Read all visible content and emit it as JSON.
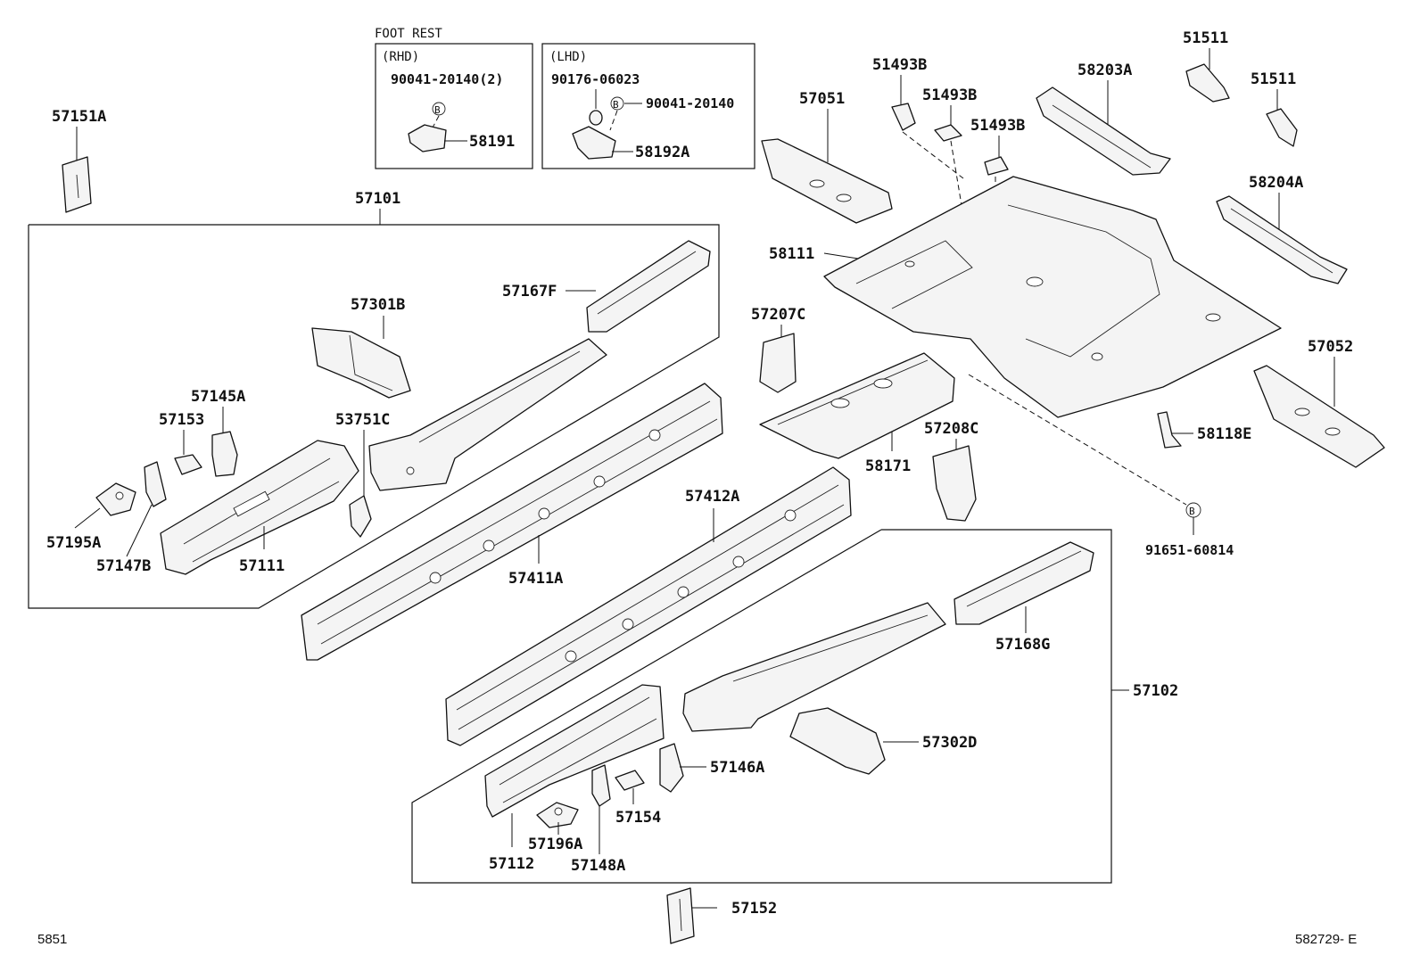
{
  "foot_rest": {
    "title": "FOOT REST",
    "rhd": {
      "tag": "(RHD)",
      "bolt": "90041-20140(2)",
      "part": "58191",
      "marker": "B"
    },
    "lhd": {
      "tag": "(LHD)",
      "clip": "90176-06023",
      "bolt": "90041-20140",
      "part": "58192A",
      "marker": "B"
    }
  },
  "labels": {
    "p57151A": "57151A",
    "p57101": "57101",
    "p57167F": "57167F",
    "p57301B": "57301B",
    "p57145A": "57145A",
    "p57153": "57153",
    "p53751C": "53751C",
    "p57195A": "57195A",
    "p57147B": "57147B",
    "p57111": "57111",
    "p57411A": "57411A",
    "p57412A": "57412A",
    "p57051": "57051",
    "p51493B_1": "51493B",
    "p51493B_2": "51493B",
    "p51493B_3": "51493B",
    "p58203A": "58203A",
    "p51511_1": "51511",
    "p51511_2": "51511",
    "p58204A": "58204A",
    "p58111": "58111",
    "p57207C": "57207C",
    "p57052": "57052",
    "p58118E": "58118E",
    "p57208C": "57208C",
    "p58171": "58171",
    "p91651": "91651-60814",
    "marker_b": "B",
    "p57168G": "57168G",
    "p57102": "57102",
    "p57302D": "57302D",
    "p57146A": "57146A",
    "p57154": "57154",
    "p57196A": "57196A",
    "p57112": "57112",
    "p57148A": "57148A",
    "p57152": "57152"
  },
  "footer": {
    "left": "5851",
    "right": "582729- E"
  }
}
